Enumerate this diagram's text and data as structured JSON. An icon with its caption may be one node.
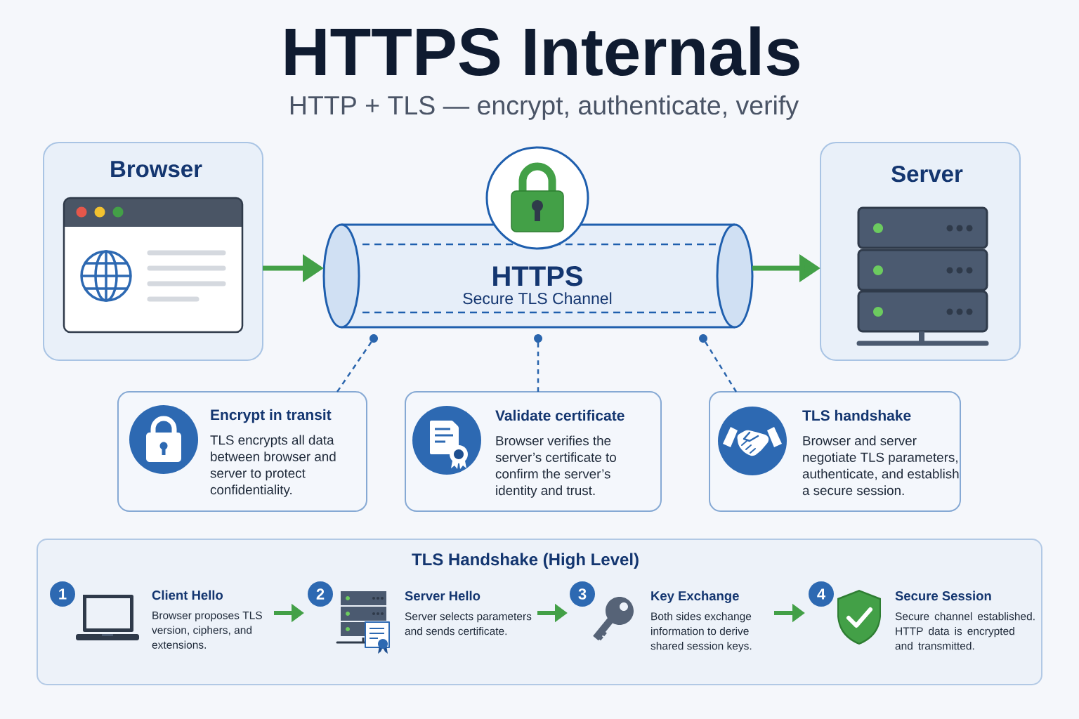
{
  "diagram": {
    "title": "HTTPS Internals",
    "nodes": [
      {
        "text": [
          "Browser"
        ]
      },
      {
        "text": [
          "HTTPS",
          "Secure TLS Channel"
        ]
      },
      {
        "text": [
          "Server"
        ]
      },
      {
        "text": [],
        "shape": "circle"
      },
      {
        "text": [],
        "shape": "circle"
      },
      {
        "text": [],
        "shape": "circle"
      },
      {
        "text": [
          "Encrypt in transit",
          "TLS encrypts all data between browser and server to protect confidentiality."
        ]
      },
      {
        "text": [
          "Validate certificate",
          "Browser verifies the server’s certificate to confirm the server’s identity and trust."
        ]
      },
      {
        "text": [
          "TLS handshake",
          "Browser and server negotiate TLS parameters, authenticate, and establish a secure session."
        ]
      },
      {
        "text": [
          "TLS Handshake (High Level)"
        ]
      },
      {
        "text": [
          "1",
          "Client Hello",
          "Browser proposes TLS version, ciphers, and extensions."
        ],
        "in": 9
      },
      {
        "text": [
          "2",
          "Server Hello",
          "Server selects parameters and sends certificate."
        ],
        "in": 9
      },
      {
        "text": [
          "3",
          "Key Exchange",
          "Both sides exchange information to derive shared session keys."
        ],
        "in": 9
      },
      {
        "text": [
          "4",
          "Secure Session",
          "Secure channel established. HTTP data is encrypted and transmitted."
        ],
        "in": 9
      }
    ],
    "edges": [
      {
        "from": 0,
        "to": 1,
        "arrow": "to"
      },
      {
        "from": 1,
        "to": 2,
        "arrow": "to"
      },
      {
        "from": 3,
        "to": 6,
        "arrow": "none",
        "style": "dashed",
        "color": "#2a65ad"
      },
      {
        "from": 4,
        "to": 7,
        "arrow": "none",
        "style": "dashed",
        "color": "#2a65ad"
      },
      {
        "from": 5,
        "to": 8,
        "arrow": "none",
        "style": "dashed",
        "color": "#2a65ad"
      },
      {
        "from": 10,
        "to": 11,
        "arrow": "to"
      },
      {
        "from": 11,
        "to": 12,
        "arrow": "to"
      },
      {
        "from": 12,
        "to": 13,
        "arrow": "to"
      }
    ],
    "labels": [
      "HTTP + TLS — encrypt, authenticate, verify"
    ]
  }
}
